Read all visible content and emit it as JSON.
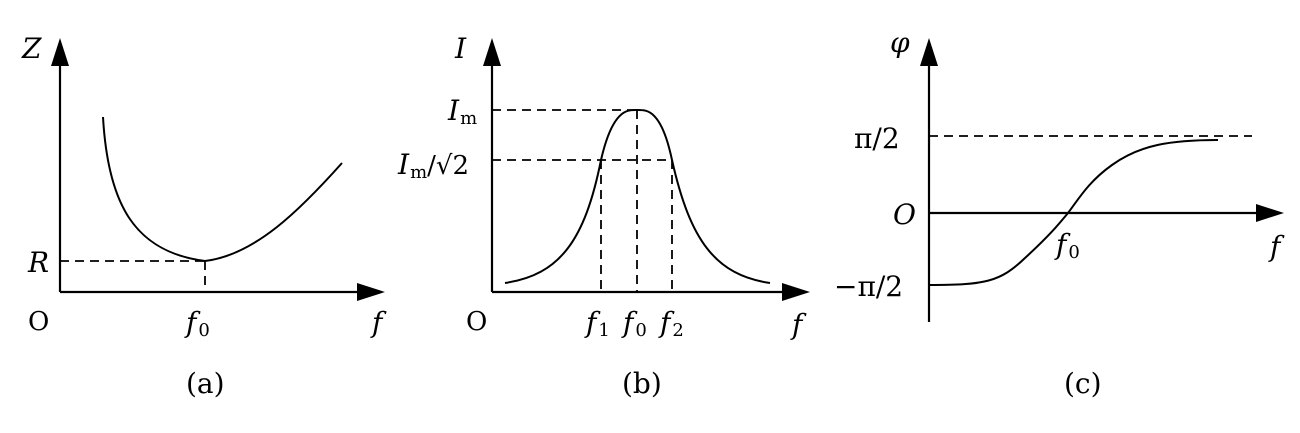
{
  "panels": [
    {
      "caption": "(a)",
      "y_axis_label": "Z",
      "x_axis_label": "f",
      "origin_label": "O",
      "y_marker_label": "R",
      "x_marker_label": "f",
      "x_marker_sub": "0"
    },
    {
      "caption": "(b)",
      "y_axis_label": "I",
      "x_axis_label": "f",
      "origin_label": "O",
      "y_marker_peak": "I",
      "y_marker_peak_sub": "m",
      "y_marker_half": "I",
      "y_marker_half_sub": "m",
      "y_marker_half_div": "/√2",
      "x_markers": [
        {
          "label": "f",
          "sub": "1"
        },
        {
          "label": "f",
          "sub": "0"
        },
        {
          "label": "f",
          "sub": "2"
        }
      ]
    },
    {
      "caption": "(c)",
      "y_axis_label": "φ",
      "x_axis_label": "f",
      "origin_label": "O",
      "y_marker_top": "π/2",
      "y_marker_bottom": "−π/2",
      "x_marker_label": "f",
      "x_marker_sub": "0"
    }
  ]
}
